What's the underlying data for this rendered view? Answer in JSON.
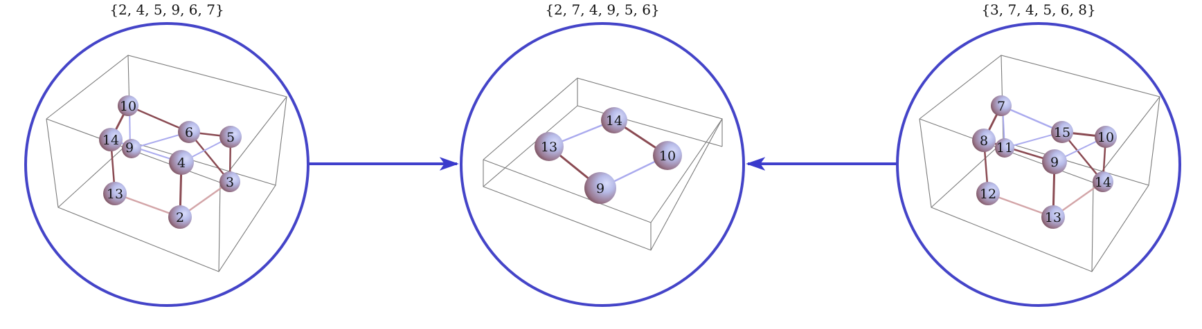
{
  "colors": {
    "ring": "#4444c8",
    "arrow": "#3a3acc",
    "edge_dark": "#8a4a52",
    "edge_light": "#aaaaee",
    "sphere_light": "#c8cdf5",
    "sphere_dark": "#8a5560"
  },
  "panels": [
    {
      "caption": "{2, 4, 5, 9, 6, 7}",
      "nodes": [
        {
          "label": "10"
        },
        {
          "label": "14"
        },
        {
          "label": "9"
        },
        {
          "label": "6"
        },
        {
          "label": "5"
        },
        {
          "label": "4"
        },
        {
          "label": "3"
        },
        {
          "label": "13"
        },
        {
          "label": "2"
        }
      ]
    },
    {
      "caption": "{2, 7, 4, 9, 5, 6}",
      "nodes": [
        {
          "label": "14"
        },
        {
          "label": "13"
        },
        {
          "label": "10"
        },
        {
          "label": "9"
        }
      ]
    },
    {
      "caption": "{3, 7, 4, 5, 6, 8}",
      "nodes": [
        {
          "label": "7"
        },
        {
          "label": "8"
        },
        {
          "label": "11"
        },
        {
          "label": "15"
        },
        {
          "label": "10"
        },
        {
          "label": "9"
        },
        {
          "label": "14"
        },
        {
          "label": "12"
        },
        {
          "label": "13"
        }
      ]
    }
  ]
}
